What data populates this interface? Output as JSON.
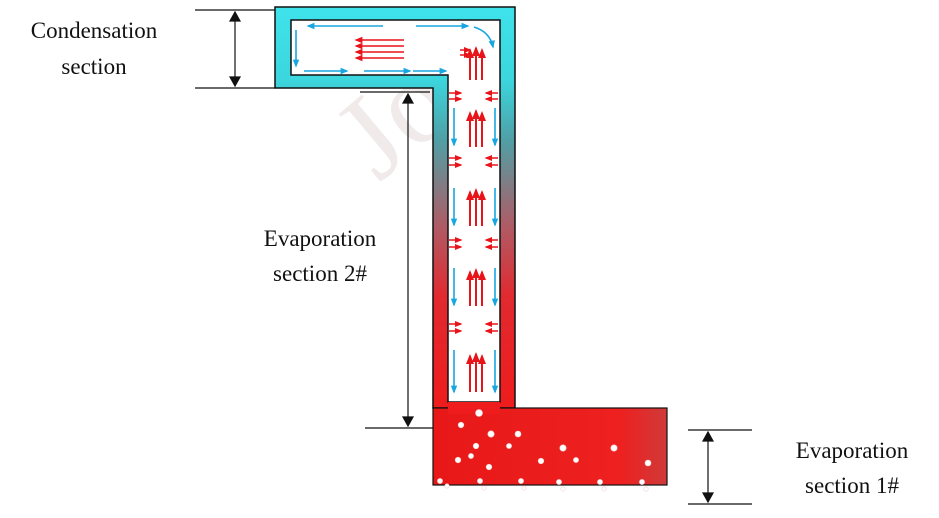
{
  "labels": {
    "condensation_1": "Condensation",
    "condensation_2": "section",
    "evap2_1": "Evaporation",
    "evap2_2": "section 2#",
    "evap1_1": "Evaporation",
    "evap1_2": "section 1#"
  },
  "colors": {
    "condensation_fill": "#3fe3eb",
    "evaporation_fill": "#ee1c1c",
    "liquid_flow_arrow": "#18a6e0",
    "vapor_flow_arrow": "#e8141a",
    "outline": "#111111"
  },
  "icons": {
    "vapor_arrow": "red-up-arrow",
    "liquid_arrow": "blue-down-arrow",
    "bubble": "white-circle"
  }
}
